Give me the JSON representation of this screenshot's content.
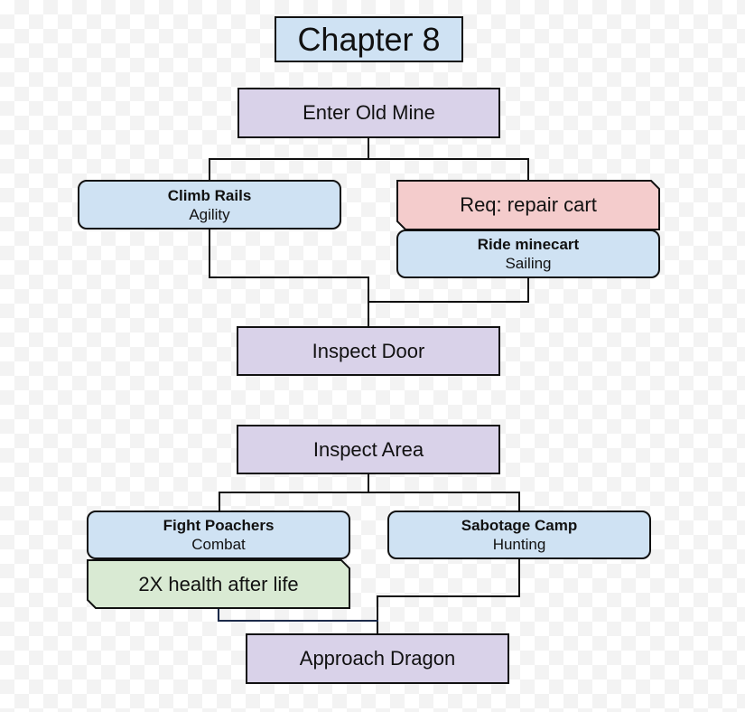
{
  "title": "Chapter 8",
  "nodes": {
    "enter_old_mine": "Enter Old Mine",
    "climb_rails": {
      "name": "Climb Rails",
      "skill": "Agility"
    },
    "req_repair_cart": "Req: repair cart",
    "ride_minecart": {
      "name": "Ride minecart",
      "skill": "Sailing"
    },
    "inspect_door": "Inspect Door",
    "inspect_area": "Inspect Area",
    "fight_poachers": {
      "name": "Fight Poachers",
      "skill": "Combat"
    },
    "bonus_health": "2X health after life",
    "sabotage_camp": {
      "name": "Sabotage Camp",
      "skill": "Hunting"
    },
    "approach_dragon": "Approach Dragon"
  },
  "colors": {
    "title_fill": "#cfe2f3",
    "step_fill": "#d9d2e9",
    "skill_fill": "#cfe2f3",
    "requirement_fill": "#f4cccc",
    "reward_fill": "#d9ead3",
    "outline": "#111111"
  }
}
